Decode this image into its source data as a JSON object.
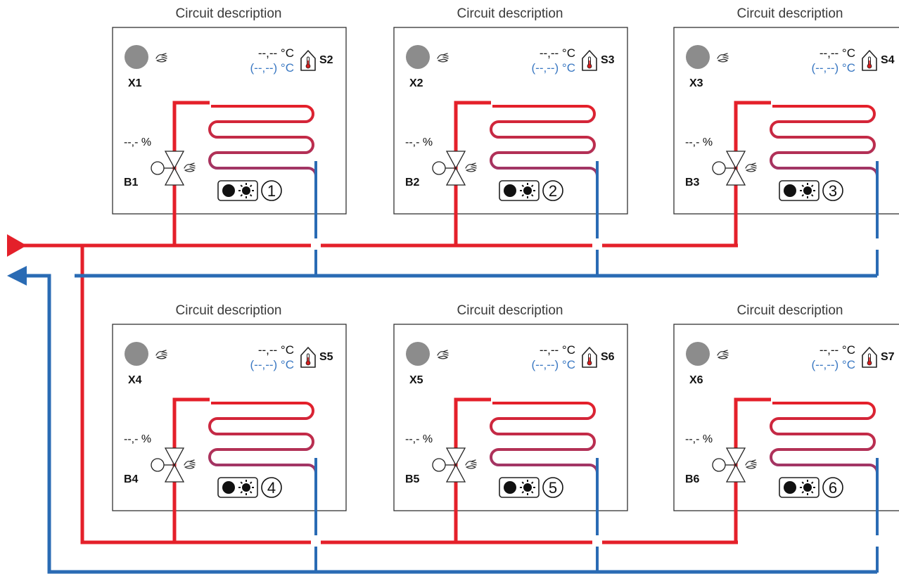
{
  "colors": {
    "supply": "#e4202a",
    "return": "#2a6bb4",
    "mid": "#8a3d7a",
    "panel_border": "#333333",
    "dot": "#8c8c8c",
    "setpoint_text": "#3a78c2"
  },
  "icons": {
    "manual": "hand-icon",
    "room_sensor": "house-thermometer-icon",
    "mode": "sun-moon-icon",
    "valve": "three-way-valve-icon"
  },
  "circuits": [
    {
      "title": "Circuit description",
      "pump_label": "X1",
      "valve_label": "B1",
      "sensor_label": "S2",
      "temp_actual": "--,-- °C",
      "temp_setpoint": "(--,--) °C",
      "valve_pct": "--,- %",
      "number": "1"
    },
    {
      "title": "Circuit description",
      "pump_label": "X2",
      "valve_label": "B2",
      "sensor_label": "S3",
      "temp_actual": "--,-- °C",
      "temp_setpoint": "(--,--) °C",
      "valve_pct": "--,- %",
      "number": "2"
    },
    {
      "title": "Circuit description",
      "pump_label": "X3",
      "valve_label": "B3",
      "sensor_label": "S4",
      "temp_actual": "--,-- °C",
      "temp_setpoint": "(--,--) °C",
      "valve_pct": "--,- %",
      "number": "3"
    },
    {
      "title": "Circuit description",
      "pump_label": "X4",
      "valve_label": "B4",
      "sensor_label": "S5",
      "temp_actual": "--,-- °C",
      "temp_setpoint": "(--,--) °C",
      "valve_pct": "--,- %",
      "number": "4"
    },
    {
      "title": "Circuit description",
      "pump_label": "X5",
      "valve_label": "B5",
      "sensor_label": "S6",
      "temp_actual": "--,-- °C",
      "temp_setpoint": "(--,--) °C",
      "valve_pct": "--,- %",
      "number": "5"
    },
    {
      "title": "Circuit description",
      "pump_label": "X6",
      "valve_label": "B6",
      "sensor_label": "S7",
      "temp_actual": "--,-- °C",
      "temp_setpoint": "(--,--) °C",
      "valve_pct": "--,- %",
      "number": "6"
    }
  ]
}
